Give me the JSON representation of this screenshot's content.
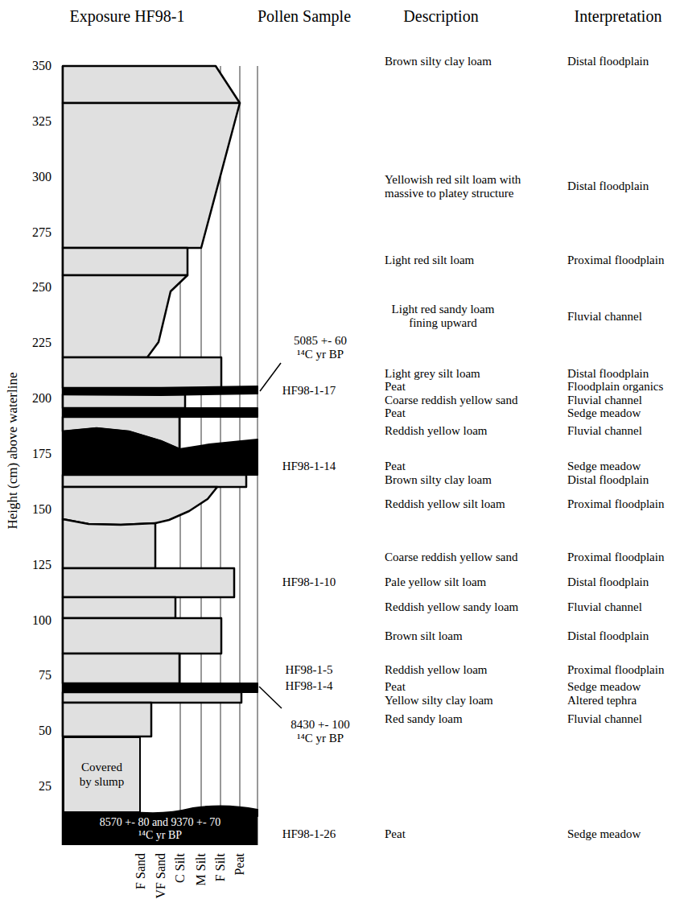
{
  "diagram": {
    "nodes": [
      {
        "text": [
          "Covered by slump"
        ]
      },
      {
        "text": [
          "8570 +- 80 and 9370 +- 70 ¹⁴C yr BP"
        ]
      }
    ],
    "labels": [
      "Exposure HF98-1",
      "Pollen Sample",
      "Description",
      "Interpretation",
      "Height (cm) above waterline",
      "350",
      "325",
      "300",
      "275",
      "250",
      "225",
      "200",
      "175",
      "150",
      "125",
      "100",
      "75",
      "50",
      "25",
      "F Sand",
      "VF Sand",
      "C Silt",
      "M Silt",
      "F Silt",
      "Peat",
      "Brown silty clay loam",
      "Distal floodplain",
      "Yellowish red silt loam with massive to platey structure",
      "Distal floodplain",
      "Light red silt loam",
      "Proximal floodplain",
      "Light red sandy loam fining upward",
      "Fluvial channel",
      "5085 +- 60 ¹⁴C yr BP",
      "Light grey silt loam",
      "Distal floodplain",
      "HF98-1-17",
      "Peat",
      "Floodplain organics",
      "Coarse reddish yellow sand",
      "Fluvial channel",
      "Peat",
      "Sedge meadow",
      "Reddish yellow loam",
      "Fluvial channel",
      "HF98-1-14",
      "Peat",
      "Sedge meadow",
      "Brown silty clay loam",
      "Distal floodplain",
      "Reddish yellow silt loam",
      "Proximal floodplain",
      "Coarse reddish yellow sand",
      "Proximal floodplain",
      "HF98-1-10",
      "Pale yellow silt loam",
      "Distal floodplain",
      "Reddish yellow sandy loam",
      "Fluvial channel",
      "Brown silt loam",
      "Distal floodplain",
      "HF98-1-5",
      "Reddish yellow loam",
      "Proximal floodplain",
      "HF98-1-4",
      "Peat",
      "Sedge meadow",
      "Yellow silty clay loam",
      "Altered tephra",
      "Red sandy loam",
      "Fluvial channel",
      "8430 +- 100 ¹⁴C yr BP",
      "HF98-1-26",
      "Peat",
      "Sedge meadow"
    ]
  }
}
